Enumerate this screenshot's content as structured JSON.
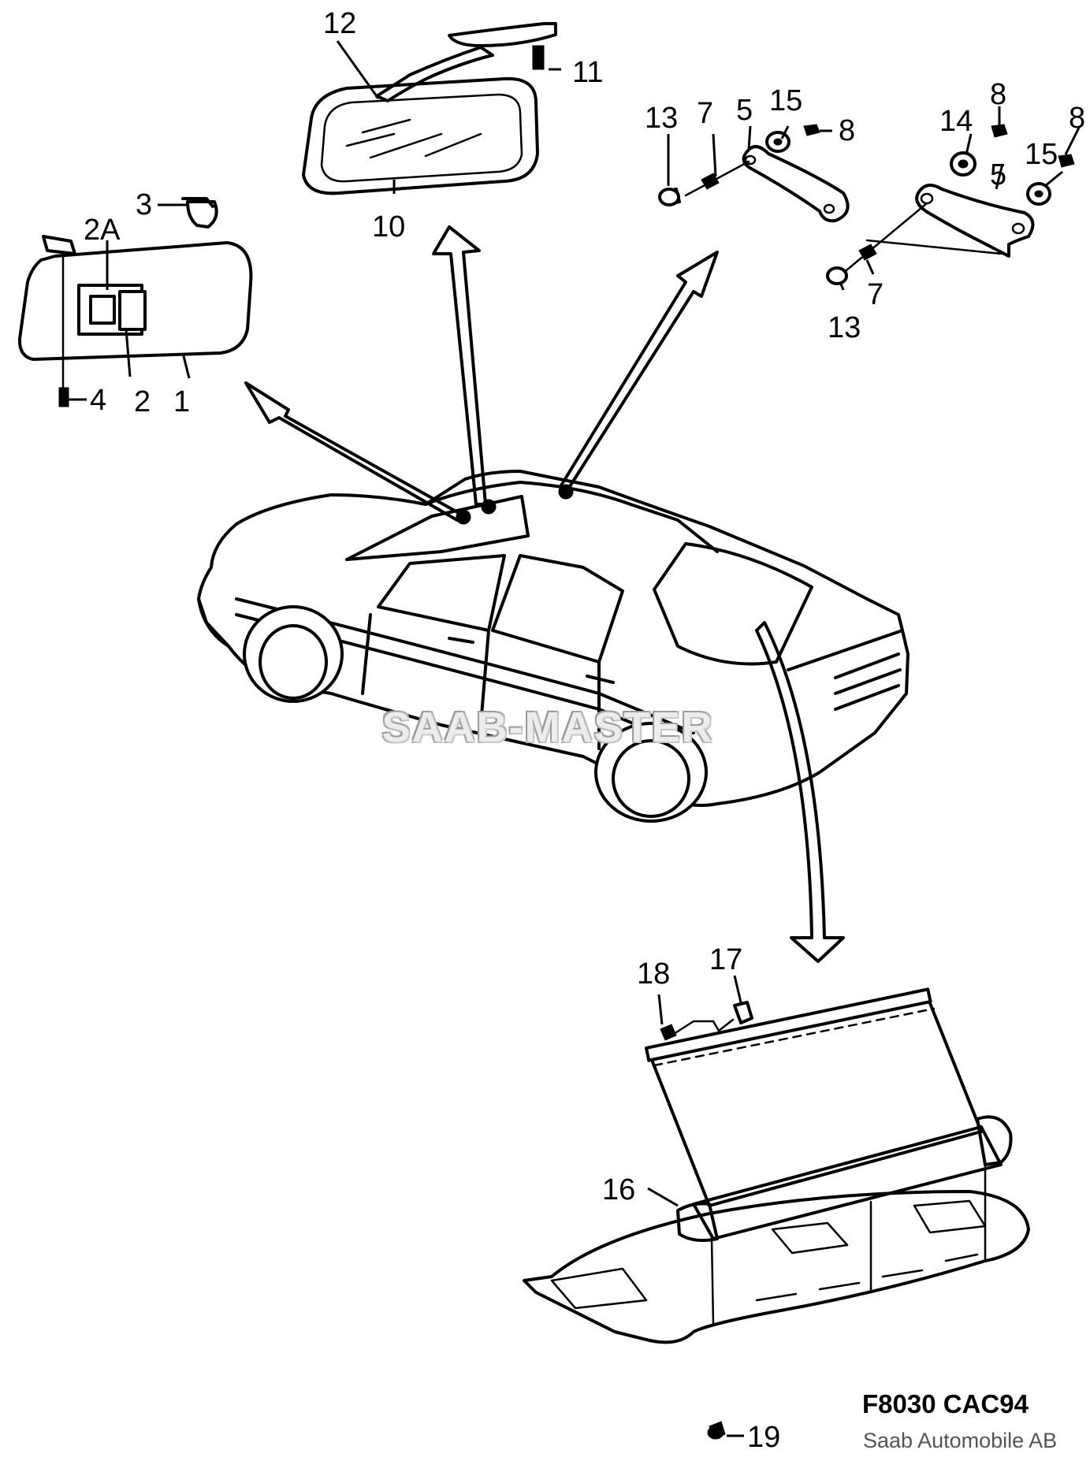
{
  "callouts": {
    "c1": "1",
    "c2": "2",
    "c2a": "2A",
    "c3": "3",
    "c4": "4",
    "c5a": "5",
    "c5b": "5",
    "c7a": "7",
    "c7b": "7",
    "c8a": "8",
    "c8b": "8",
    "c8c": "8",
    "c10": "10",
    "c11": "11",
    "c12": "12",
    "c13a": "13",
    "c13b": "13",
    "c14": "14",
    "c15a": "15",
    "c15b": "15",
    "c16": "16",
    "c17": "17",
    "c18": "18",
    "c19": "19"
  },
  "footer": {
    "diagram_code": "F8030  CAC94",
    "company": "Saab Automobile AB"
  },
  "watermark": "SAAB-MASTER",
  "colors": {
    "ink": "#000000",
    "paper": "#ffffff",
    "watermark": "#9a9a9a"
  }
}
